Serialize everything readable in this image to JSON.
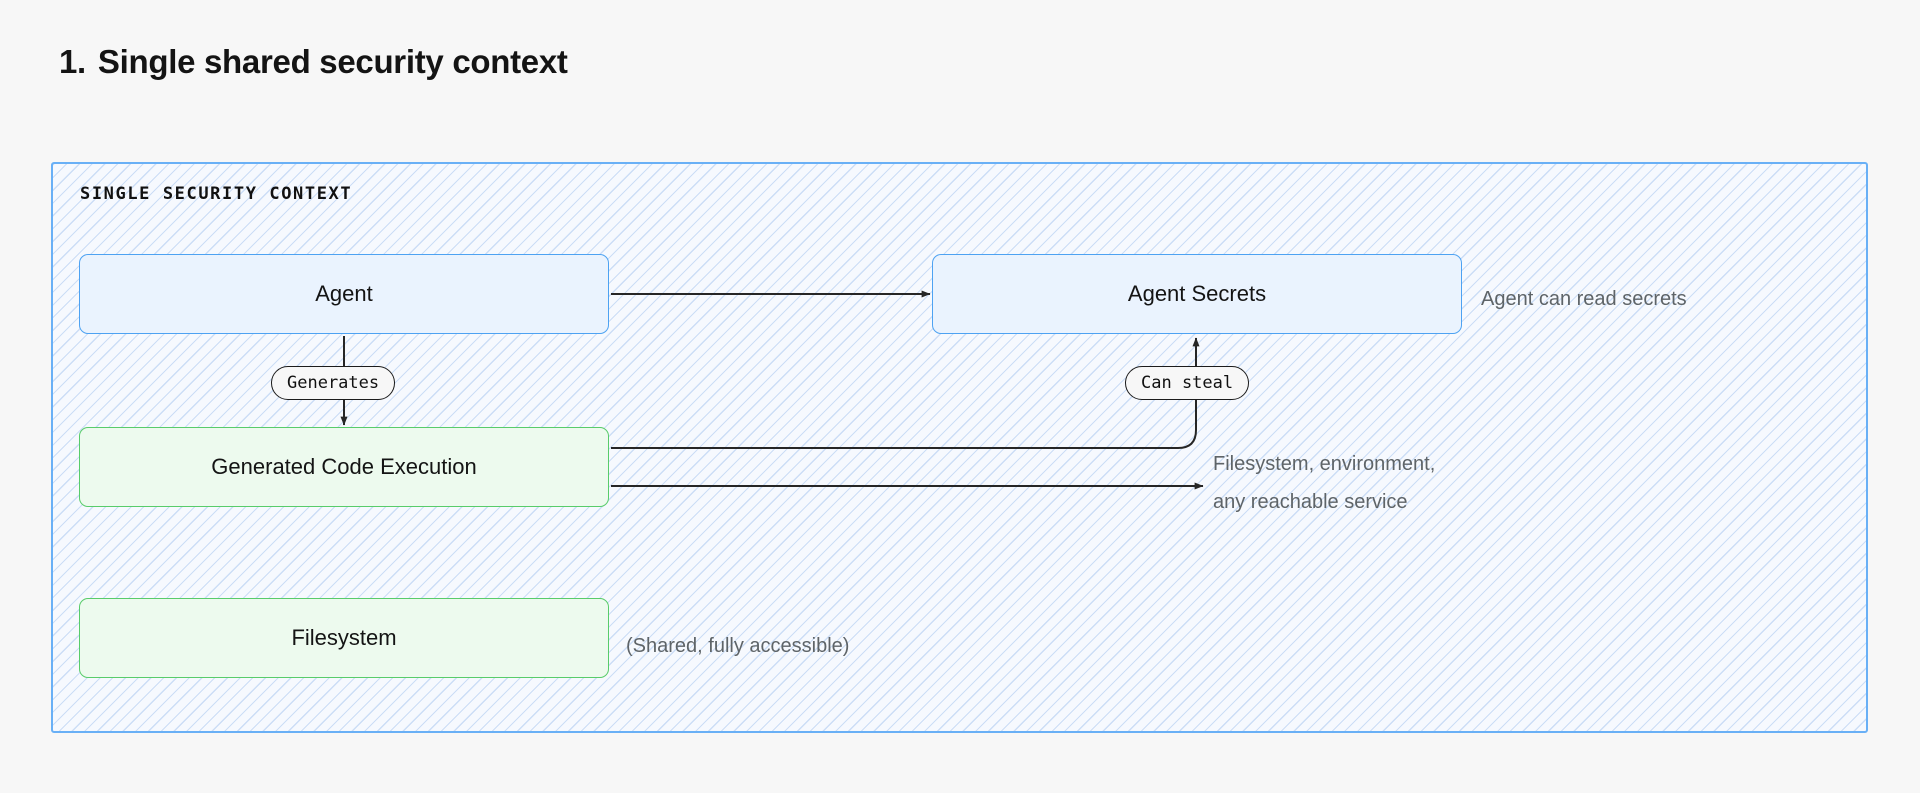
{
  "heading": {
    "number": "1.",
    "text": "Single shared security context"
  },
  "container": {
    "label": "SINGLE SECURITY CONTEXT",
    "border_color": "#69b0f6",
    "fill_color": "#f6f9fe",
    "hatch_color": "#8cb4eb"
  },
  "nodes": [
    {
      "id": "agent",
      "label": "Agent",
      "kind": "blue",
      "fill": "#eaf3fe",
      "border": "#4da2f2"
    },
    {
      "id": "secrets",
      "label": "Agent Secrets",
      "kind": "blue",
      "fill": "#eaf3fe",
      "border": "#4da2f2"
    },
    {
      "id": "codeexec",
      "label": "Generated Code Execution",
      "kind": "green",
      "fill": "#edfaee",
      "border": "#58cc6a"
    },
    {
      "id": "filesystem",
      "label": "Filesystem",
      "kind": "green",
      "fill": "#edfaee",
      "border": "#58cc6a"
    }
  ],
  "edge_labels": {
    "generates": "Generates",
    "can_steal": "Can steal"
  },
  "annotations": {
    "agent_reads_secrets": "Agent can read secrets",
    "reachable_targets": "Filesystem, environment,\nany reachable service",
    "filesystem_note": "(Shared, fully accessible)"
  },
  "edges": [
    {
      "from": "agent",
      "to": "secrets",
      "label": "",
      "style": "straight-arrow"
    },
    {
      "from": "agent",
      "to": "codeexec",
      "label": "Generates",
      "style": "straight-arrow"
    },
    {
      "from": "codeexec",
      "to": "secrets",
      "label": "Can steal",
      "style": "elbow-arrow"
    },
    {
      "from": "codeexec",
      "to": "reachable",
      "label": "",
      "style": "straight-arrow"
    }
  ],
  "colors": {
    "page_background": "#f7f7f7",
    "text_primary": "#141414",
    "text_muted": "#5e6468",
    "edge_stroke": "#262626"
  }
}
